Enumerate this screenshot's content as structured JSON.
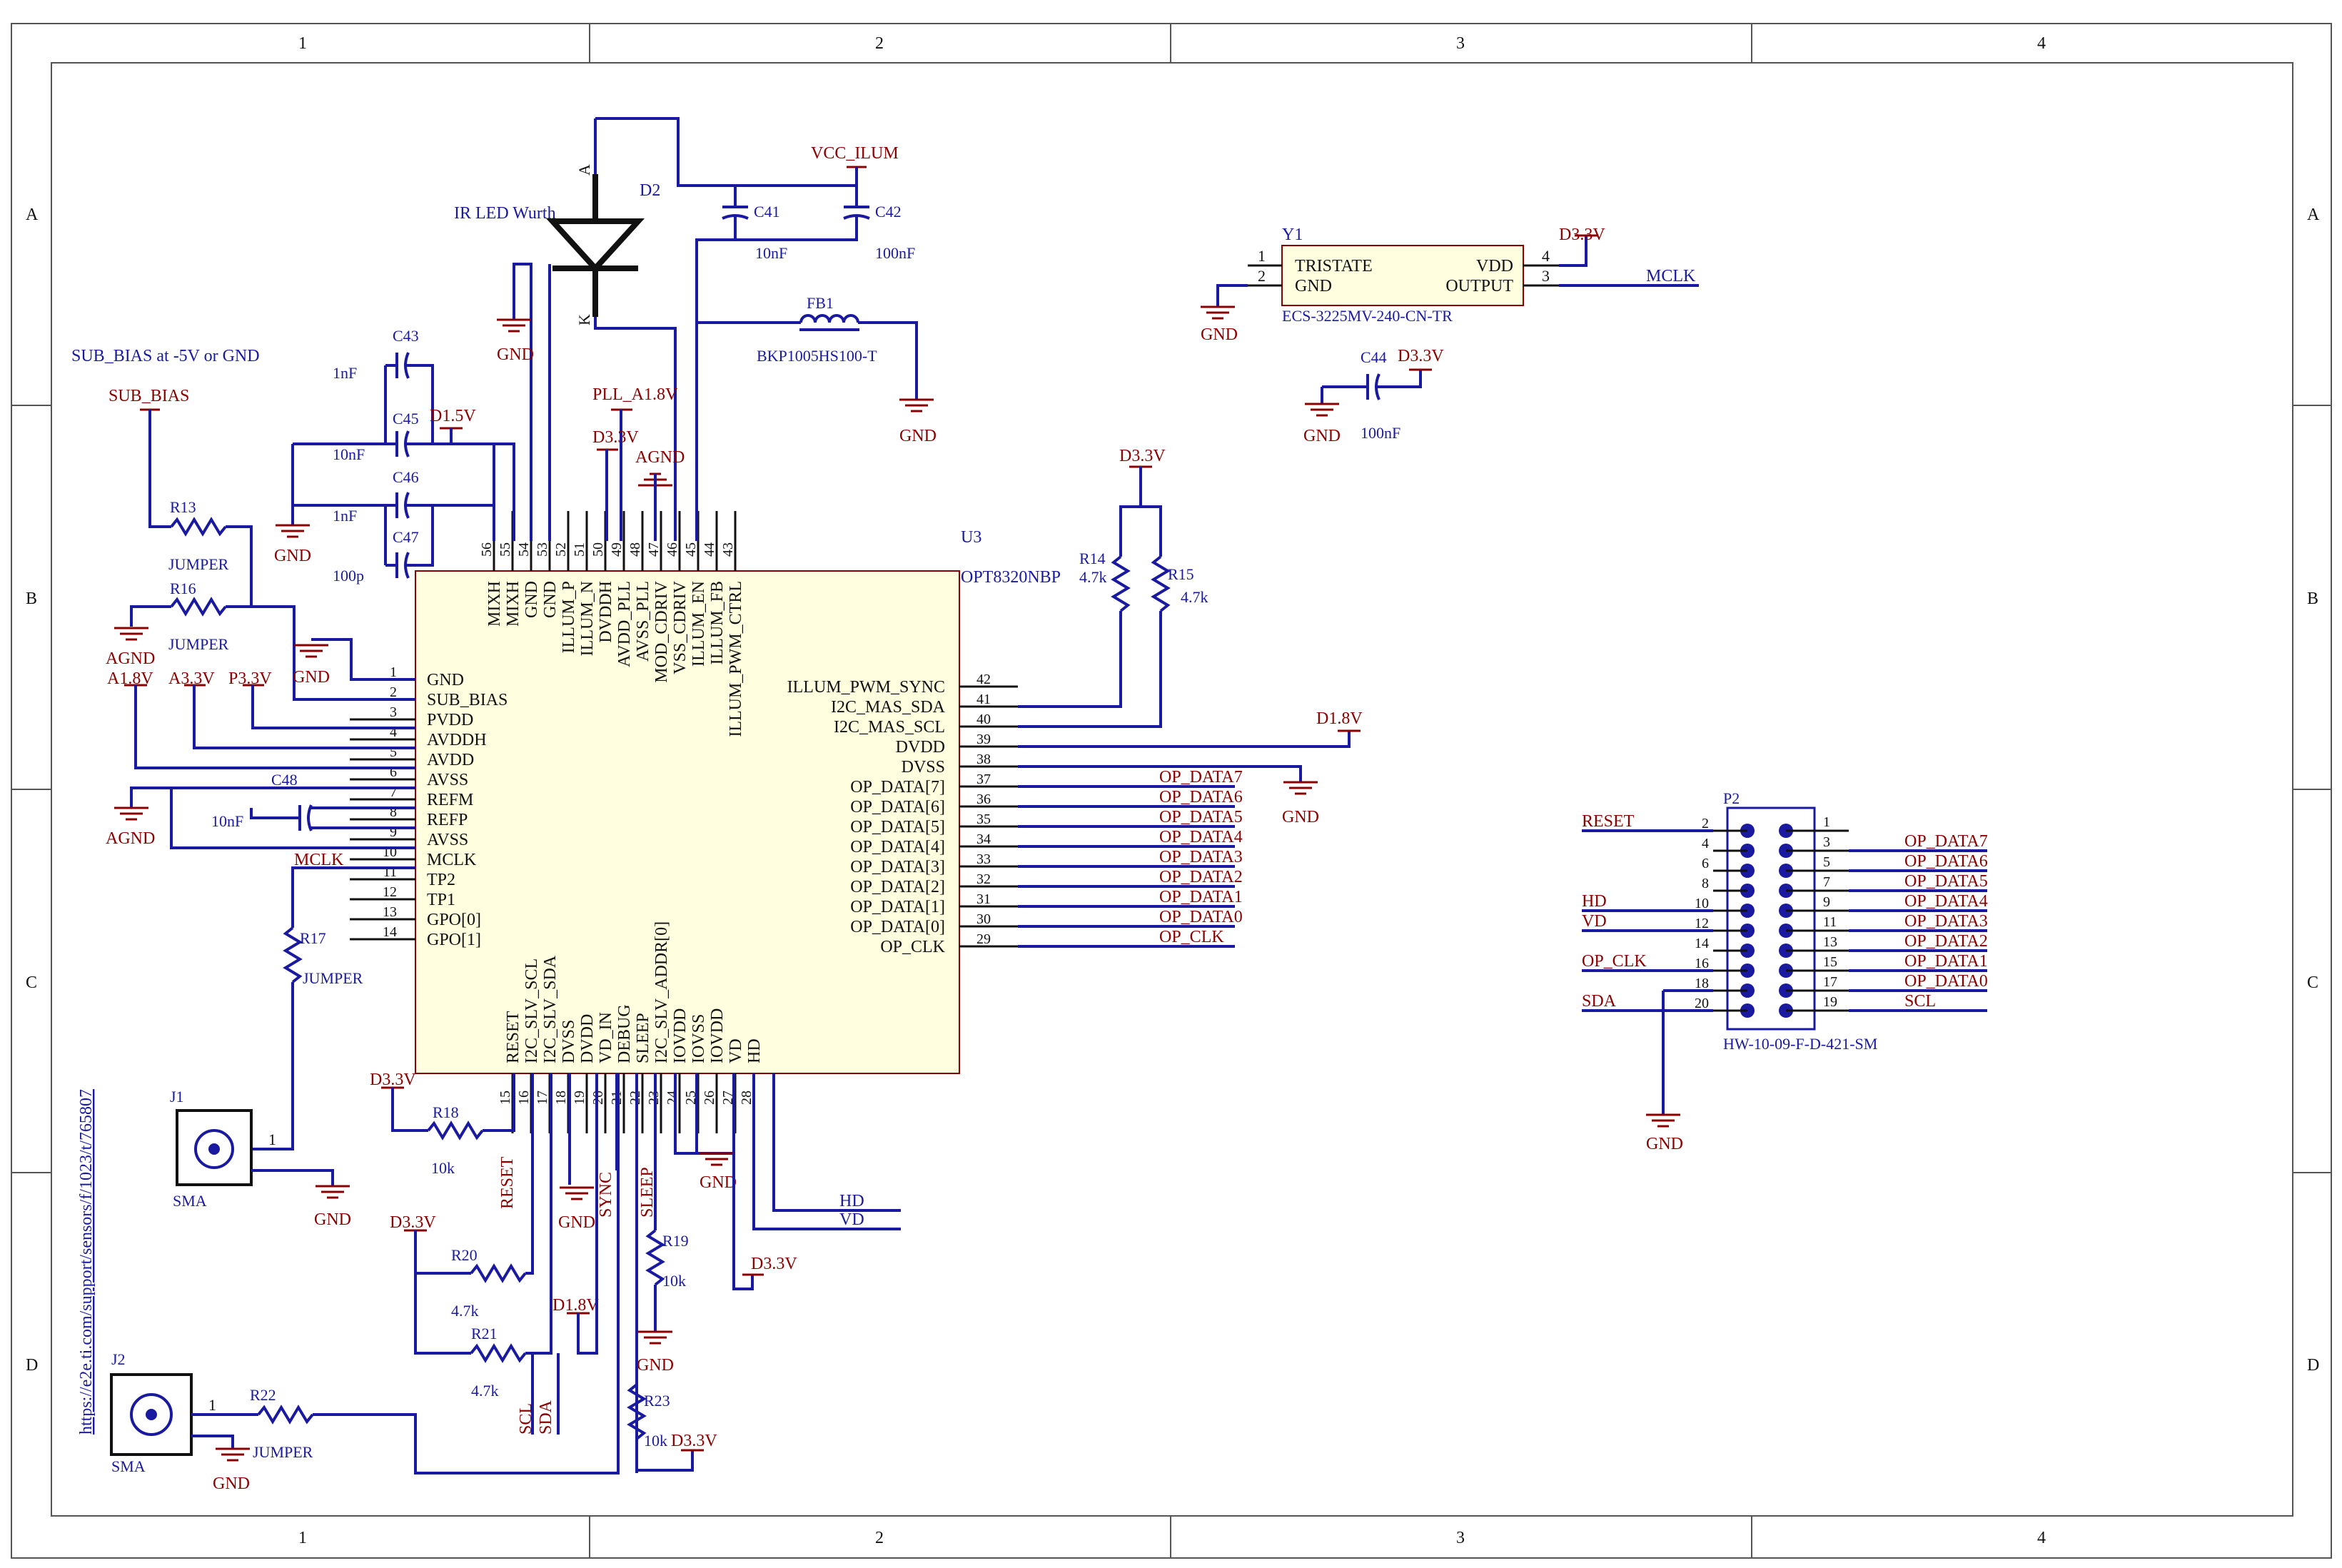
{
  "frame": {
    "columns": [
      "1",
      "2",
      "3",
      "4"
    ],
    "rows": [
      "A",
      "B",
      "C",
      "D"
    ],
    "url": "https://e2e.ti.com/support/sensors/f/1023/t/765807"
  },
  "colors": {
    "net_wire": "#1a1aa0",
    "power_text": "#8b0000",
    "ic_fill": "#ffffe0",
    "pin_text": "#111111"
  },
  "u3": {
    "ref": "U3",
    "part": "OPT8320NBP",
    "left_pins": [
      {
        "num": "1",
        "name": "GND"
      },
      {
        "num": "2",
        "name": "SUB_BIAS"
      },
      {
        "num": "3",
        "name": "PVDD"
      },
      {
        "num": "4",
        "name": "AVDDH"
      },
      {
        "num": "5",
        "name": "AVDD"
      },
      {
        "num": "6",
        "name": "AVSS"
      },
      {
        "num": "7",
        "name": "REFM"
      },
      {
        "num": "8",
        "name": "REFP"
      },
      {
        "num": "9",
        "name": "AVSS"
      },
      {
        "num": "10",
        "name": "MCLK"
      },
      {
        "num": "11",
        "name": "TP2"
      },
      {
        "num": "12",
        "name": "TP1"
      },
      {
        "num": "13",
        "name": "GPO[0]"
      },
      {
        "num": "14",
        "name": "GPO[1]"
      }
    ],
    "right_pins": [
      {
        "num": "42",
        "name": "ILLUM_PWM_SYNC",
        "net": ""
      },
      {
        "num": "41",
        "name": "I2C_MAS_SDA",
        "net": ""
      },
      {
        "num": "40",
        "name": "I2C_MAS_SCL",
        "net": ""
      },
      {
        "num": "39",
        "name": "DVDD",
        "net": ""
      },
      {
        "num": "38",
        "name": "DVSS",
        "net": ""
      },
      {
        "num": "37",
        "name": "OP_DATA[7]",
        "net": "OP_DATA7"
      },
      {
        "num": "36",
        "name": "OP_DATA[6]",
        "net": "OP_DATA6"
      },
      {
        "num": "35",
        "name": "OP_DATA[5]",
        "net": "OP_DATA5"
      },
      {
        "num": "34",
        "name": "OP_DATA[4]",
        "net": "OP_DATA4"
      },
      {
        "num": "33",
        "name": "OP_DATA[3]",
        "net": "OP_DATA3"
      },
      {
        "num": "32",
        "name": "OP_DATA[2]",
        "net": "OP_DATA2"
      },
      {
        "num": "31",
        "name": "OP_DATA[1]",
        "net": "OP_DATA1"
      },
      {
        "num": "30",
        "name": "OP_DATA[0]",
        "net": "OP_DATA0"
      },
      {
        "num": "29",
        "name": "OP_CLK",
        "net": "OP_CLK"
      }
    ],
    "top_pins": [
      {
        "num": "56",
        "name": "MIXH"
      },
      {
        "num": "55",
        "name": "MIXH"
      },
      {
        "num": "54",
        "name": "GND"
      },
      {
        "num": "53",
        "name": "GND"
      },
      {
        "num": "52",
        "name": "ILLUM_P"
      },
      {
        "num": "51",
        "name": "ILLUM_N"
      },
      {
        "num": "50",
        "name": "DVDDH"
      },
      {
        "num": "49",
        "name": "AVDD_PLL"
      },
      {
        "num": "48",
        "name": "AVSS_PLL"
      },
      {
        "num": "47",
        "name": "MOD_CDRIV"
      },
      {
        "num": "46",
        "name": "VSS_CDRIV"
      },
      {
        "num": "45",
        "name": "ILLUM_EN"
      },
      {
        "num": "44",
        "name": "ILLUM_FB"
      },
      {
        "num": "43",
        "name": "ILLUM_PWM_CTRL"
      }
    ],
    "bottom_pins": [
      {
        "num": "15",
        "name": "RESET"
      },
      {
        "num": "16",
        "name": "I2C_SLV_SCL"
      },
      {
        "num": "17",
        "name": "I2C_SLV_SDA"
      },
      {
        "num": "18",
        "name": "DVSS"
      },
      {
        "num": "19",
        "name": "DVDD"
      },
      {
        "num": "20",
        "name": "VD_IN"
      },
      {
        "num": "21",
        "name": "DEBUG"
      },
      {
        "num": "22",
        "name": "SLEEP"
      },
      {
        "num": "23",
        "name": "I2C_SLV_ADDR[0]"
      },
      {
        "num": "24",
        "name": "IOVDD"
      },
      {
        "num": "25",
        "name": "IOVSS"
      },
      {
        "num": "26",
        "name": "IOVDD"
      },
      {
        "num": "27",
        "name": "VD"
      },
      {
        "num": "28",
        "name": "HD"
      }
    ]
  },
  "p2": {
    "ref": "P2",
    "part": "HW-10-09-F-D-421-SM",
    "left": [
      {
        "num": "2",
        "net": "RESET"
      },
      {
        "num": "4",
        "net": ""
      },
      {
        "num": "6",
        "net": ""
      },
      {
        "num": "8",
        "net": ""
      },
      {
        "num": "10",
        "net": "HD"
      },
      {
        "num": "12",
        "net": "VD"
      },
      {
        "num": "14",
        "net": ""
      },
      {
        "num": "16",
        "net": "OP_CLK"
      },
      {
        "num": "18",
        "net": ""
      },
      {
        "num": "20",
        "net": "SDA"
      }
    ],
    "right": [
      {
        "num": "1",
        "net": ""
      },
      {
        "num": "3",
        "net": "OP_DATA7"
      },
      {
        "num": "5",
        "net": "OP_DATA6"
      },
      {
        "num": "7",
        "net": "OP_DATA5"
      },
      {
        "num": "9",
        "net": "OP_DATA4"
      },
      {
        "num": "11",
        "net": "OP_DATA3"
      },
      {
        "num": "13",
        "net": "OP_DATA2"
      },
      {
        "num": "15",
        "net": "OP_DATA1"
      },
      {
        "num": "17",
        "net": "OP_DATA0"
      },
      {
        "num": "19",
        "net": "SCL"
      }
    ],
    "gnd": "GND"
  },
  "y1": {
    "ref": "Y1",
    "part": "ECS-3225MV-240-CN-TR",
    "pin1_num": "1",
    "pin1_name": "TRISTATE",
    "pin2_num": "2",
    "pin2_name": "GND",
    "pin4_num": "4",
    "pin4_name": "VDD",
    "pin3_num": "3",
    "pin3_name": "OUTPUT",
    "vdd_net": "D3.3V",
    "out_net": "MCLK",
    "gnd": "GND"
  },
  "c44": {
    "ref": "C44",
    "value": "100nF",
    "net": "D3.3V",
    "gnd": "GND"
  },
  "d2": {
    "ref": "D2",
    "desc": "IR LED Wurth",
    "pin_a": "A",
    "pin_k": "K",
    "gnd": "GND"
  },
  "c41": {
    "ref": "C41",
    "value": "10nF"
  },
  "c42": {
    "ref": "C42",
    "value": "100nF"
  },
  "vcc_ilum": "VCC_ILUM",
  "fb1": {
    "ref": "FB1",
    "part": "BKP1005HS100-T",
    "gnd": "GND"
  },
  "sub_bias_note": "SUB_BIAS at -5V or GND",
  "sub_bias_net": "SUB_BIAS",
  "r13": {
    "ref": "R13",
    "value": "JUMPER"
  },
  "r16": {
    "ref": "R16",
    "value": "JUMPER",
    "gnd": "AGND"
  },
  "left_nets": {
    "a18": "A1.8V",
    "a33": "A3.3V",
    "p33": "P3.3V",
    "gnd": "GND",
    "agnd": "AGND"
  },
  "c43": {
    "ref": "C43",
    "value": "1nF"
  },
  "c45": {
    "ref": "C45",
    "value": "10nF"
  },
  "c46": {
    "ref": "C46",
    "value": "1nF"
  },
  "c47": {
    "ref": "C47",
    "value": "100p"
  },
  "d15v": "D1.5V",
  "top_nets": {
    "pll": "PLL_A1.8V",
    "d33": "D3.3V",
    "agnd": "AGND"
  },
  "c48": {
    "ref": "C48",
    "value": "10nF"
  },
  "mclk": "MCLK",
  "r17": {
    "ref": "R17",
    "value": "JUMPER"
  },
  "j1": {
    "ref": "J1",
    "type": "SMA",
    "pin": "1",
    "gnd": "GND"
  },
  "j2": {
    "ref": "J2",
    "type": "SMA",
    "pin": "1",
    "gnd": "GND"
  },
  "r22": {
    "ref": "R22",
    "value": "JUMPER"
  },
  "r14": {
    "ref": "R14",
    "value": "4.7k"
  },
  "r15": {
    "ref": "R15",
    "value": "4.7k"
  },
  "d33_top": "D3.3V",
  "d18v_right": "D1.8V",
  "gnd_right": "GND",
  "r18": {
    "ref": "R18",
    "value": "10k",
    "net": "D3.3V"
  },
  "r20": {
    "ref": "R20",
    "value": "4.7k",
    "net": "D3.3V"
  },
  "r21": {
    "ref": "R21",
    "value": "4.7k"
  },
  "d18v_bottom": "D1.8V",
  "r19": {
    "ref": "R19",
    "value": "10k",
    "gnd": "GND"
  },
  "r23": {
    "ref": "R23",
    "value": "10k",
    "net": "D3.3V"
  },
  "bottom_nets": {
    "reset": "RESET",
    "sync": "SYNC",
    "sleep": "SLEEP",
    "scl": "SCL",
    "sda": "SDA",
    "hd": "HD",
    "vd": "VD",
    "gnd": "GND",
    "d33": "D3.3V"
  }
}
